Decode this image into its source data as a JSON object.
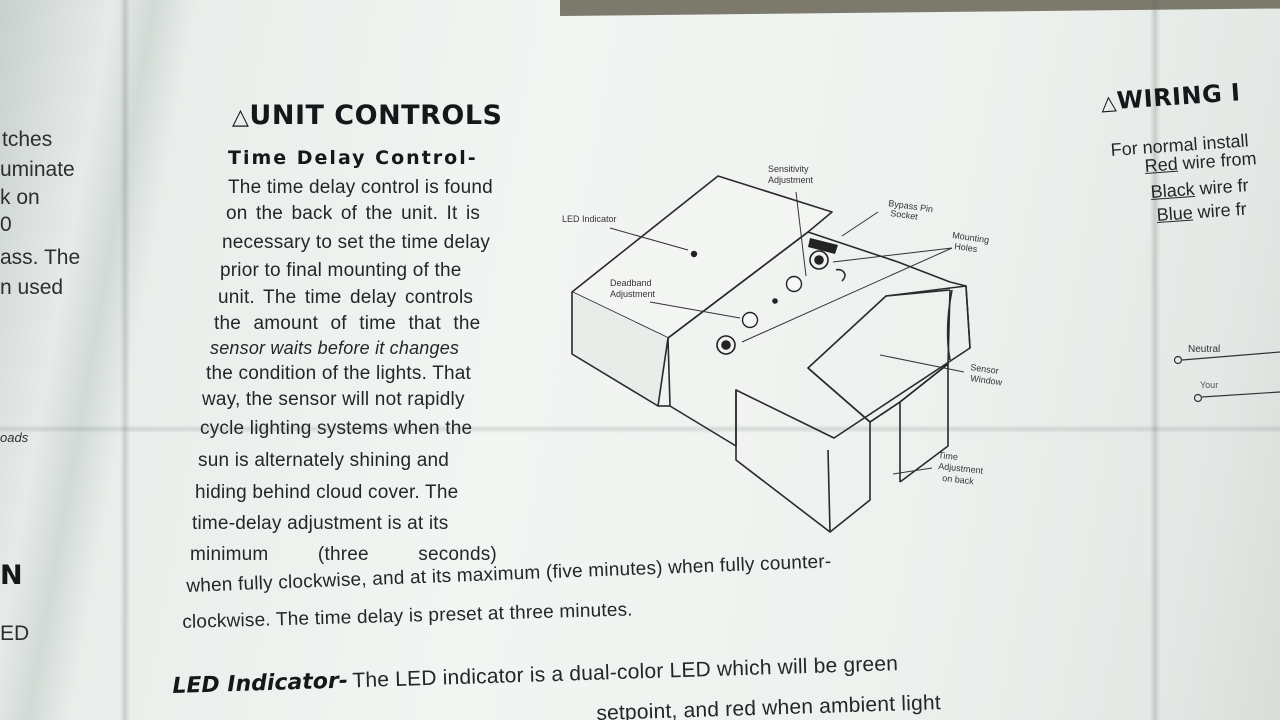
{
  "left_column": [
    "tches",
    "uminate",
    "k on",
    "0",
    "ass. The",
    "n used",
    "oads",
    "N",
    "ED"
  ],
  "unit_controls": {
    "heading": "UNIT CONTROLS",
    "time_delay": {
      "title": "Time Delay Control-",
      "lines": [
        "The time delay control is found",
        "on the back of the unit. It is",
        "necessary to set the time delay",
        "prior to final mounting of the",
        "unit. The time delay controls",
        "the amount of time that the",
        "sensor waits before it changes",
        "the condition of the lights. That",
        "way, the sensor will not rapidly",
        "cycle lighting systems when the",
        "sun is alternately shining and",
        "hiding behind cloud cover. The",
        "time-delay adjustment is at its",
        "minimum (three seconds)",
        "when fully clockwise, and at its maximum (five minutes) when fully counter-",
        "clockwise. The time delay is preset at three minutes."
      ]
    },
    "led_indicator": {
      "title": "LED Indicator-",
      "lines": [
        "The LED indicator is a dual-color LED which will be green",
        "setpoint, and red when ambient light"
      ]
    }
  },
  "diagram": {
    "labels": {
      "sensitivity": [
        "Sensitivity",
        "Adjustment"
      ],
      "bypass": [
        "Bypass Pin",
        "Socket"
      ],
      "led": [
        "LED Indicator"
      ],
      "mounting": [
        "Mounting",
        "Holes"
      ],
      "deadband": [
        "Deadband",
        "Adjustment"
      ],
      "sensor_window": [
        "Sensor",
        "Window"
      ],
      "time_adjust": [
        "Time",
        "Adjustment",
        "on back"
      ]
    }
  },
  "wiring": {
    "heading": "WIRING I",
    "intro": "For normal install",
    "lines": [
      {
        "color": "Red",
        "rest": " wire from"
      },
      {
        "color": "Black",
        "rest": " wire fr"
      },
      {
        "color": "Blue",
        "rest": " wire fr"
      }
    ],
    "neutral_label": "Neutral",
    "small_label": "Your"
  }
}
